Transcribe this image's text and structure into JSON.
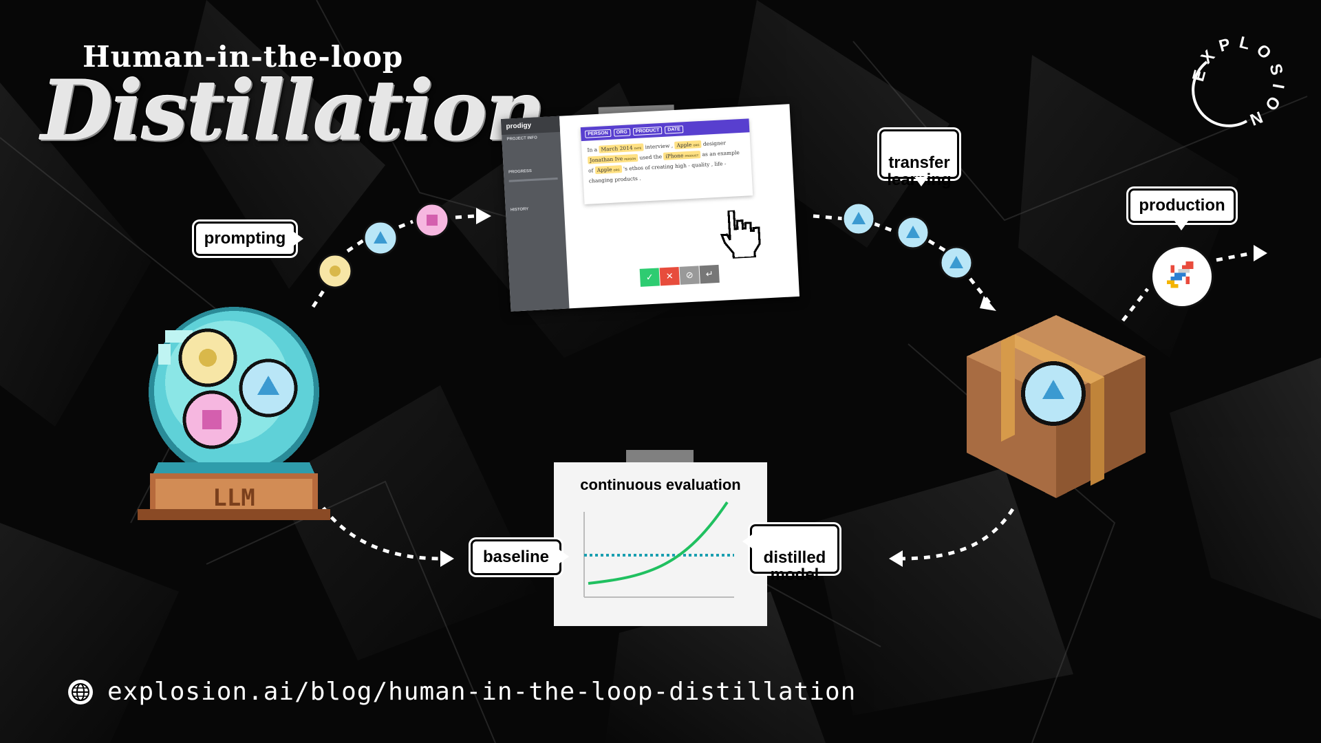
{
  "title": {
    "line1": "Human-in-the-loop",
    "line2": "Distillation"
  },
  "brand": {
    "logo_text": "EXPLOSION"
  },
  "bubbles": {
    "prompting": "prompting",
    "transfer_learning": "transfer\nlearning",
    "production": "production",
    "baseline": "baseline",
    "distilled_model": "distilled\nmodel"
  },
  "llm": {
    "label": "LLM"
  },
  "prodigy": {
    "brand": "prodigy",
    "sidebar_sections": [
      "PROJECT INFO",
      "PROGRESS",
      "HISTORY"
    ],
    "labels": [
      "PERSON",
      "ORG",
      "PRODUCT",
      "DATE"
    ],
    "sentence": {
      "t1": "In a",
      "e1": "March 2014",
      "e1_label": "DATE",
      "t2": "interview ,",
      "e2": "Apple",
      "e2_label": "ORG",
      "t3": "designer",
      "e3": "Jonathan Ive",
      "e3_label": "PERSON",
      "t4": "used the",
      "e4": "iPhone",
      "e4_label": "PRODUCT",
      "t5": "as an example of",
      "e5": "Apple",
      "e5_label": "ORG",
      "t6": "'s ethos of creating high - quality , life - changing products ."
    },
    "buttons": [
      "✓",
      "✕",
      "⊘",
      "↵"
    ]
  },
  "evaluation": {
    "title": "continuous evaluation"
  },
  "footer": {
    "url": "explosion.ai/blog/human-in-the-loop-distillation"
  },
  "colors": {
    "yellow_token": "#f7e6a6",
    "blue_token": "#b9e6f7",
    "pink_token": "#f6b7e0",
    "curve_green": "#20c060",
    "baseline_teal": "#1a9fb0",
    "prodigy_purple": "#583fcf"
  }
}
